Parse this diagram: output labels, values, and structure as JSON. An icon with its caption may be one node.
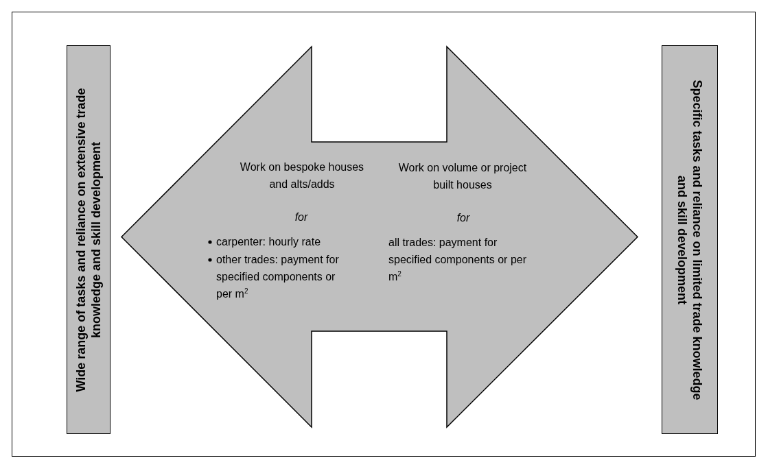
{
  "diagram": {
    "nodes": [
      {
        "text": [
          "Wide range of tasks and reliance on extensive trade knowledge and skill development"
        ]
      },
      {
        "text": [
          "Work on bespoke houses and alts/adds",
          "for",
          "carpenter: hourly rate",
          "other trades: payment for specified components or per m$^{2}$",
          "Work on volume or project built houses",
          "for",
          "all trades: payment for specified components or per m$^{2}$"
        ]
      },
      {
        "text": [
          "Specific tasks and reliance on limited trade knowledge and skill development"
        ]
      }
    ]
  }
}
